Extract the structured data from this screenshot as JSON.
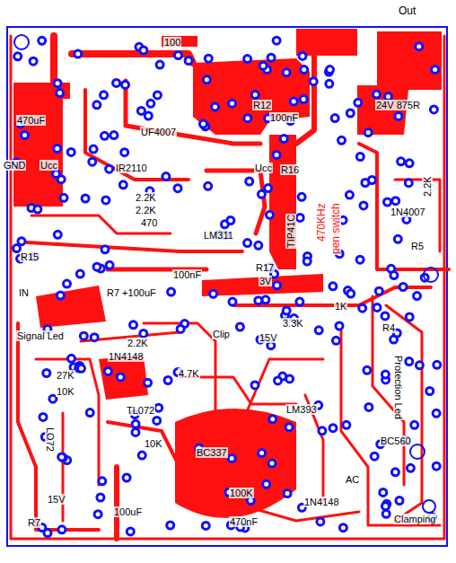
{
  "diagram": {
    "labels": [
      "Out",
      "470uF",
      "GND",
      "Ucc",
      "IR2110",
      "UF4007",
      "100",
      "R12",
      "100nF",
      "Ucc",
      "R16",
      "24V 875R",
      "2.2K",
      "1N4007",
      "R5",
      "IN",
      "R15",
      "2.2K",
      "2.2K",
      "470",
      "LM311",
      "R17",
      "3V",
      "R7 +100uF",
      "100nF",
      "TIP41C",
      "470KHz",
      "pen switch",
      "Signal Led",
      "27K",
      "10K",
      "TL072",
      "4.7K",
      "2.2K",
      "1N4148",
      "15V",
      "Clip",
      "3.3K",
      "R4",
      "Protection Led",
      "LM393",
      "BC337",
      "100K",
      "10K",
      "BC560",
      "AC",
      "1N4148",
      "Clamping",
      "470nF",
      "100uF",
      "15V",
      "R7",
      "LO72",
      "1K"
    ]
  }
}
